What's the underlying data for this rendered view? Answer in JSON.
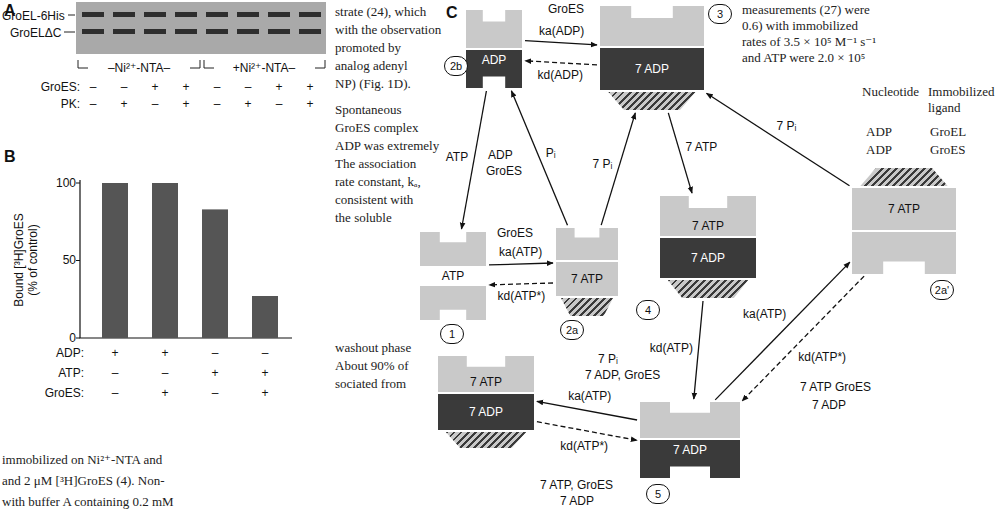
{
  "diagram": {
    "nodes": [
      {
        "text": [
          "ADP"
        ]
      },
      {
        "text": [
          "2b"
        ]
      },
      {
        "text": [
          "7 ADP"
        ]
      },
      {
        "text": [
          "3"
        ]
      },
      {
        "text": [
          "ATP"
        ]
      },
      {
        "text": [
          "1"
        ]
      },
      {
        "text": [
          "7 ATP"
        ]
      },
      {
        "text": [
          "2a"
        ]
      },
      {
        "text": [
          "7 ATP",
          "7 ADP"
        ]
      },
      {
        "text": [
          "4"
        ]
      },
      {
        "text": [
          "7 ATP",
          "7 ADP"
        ]
      },
      {
        "text": [
          "7 ADP"
        ]
      },
      {
        "text": [
          "5"
        ]
      },
      {
        "text": [
          "7 ATP"
        ]
      },
      {
        "text": [
          "2a'"
        ]
      }
    ],
    "edges": [
      {
        "from": 0,
        "to": 2,
        "arrow": "to",
        "label": "ka(ADP)"
      },
      {
        "from": 2,
        "to": 0,
        "arrow": "to",
        "label": "kd(ADP)"
      },
      {
        "from": 4,
        "to": 6,
        "arrow": "to",
        "label": "ka(ATP)"
      },
      {
        "from": 6,
        "to": 4,
        "arrow": "to",
        "label": "kd(ATP*)"
      },
      {
        "from": 6,
        "to": 0,
        "arrow": "to",
        "label": "Pᵢ"
      },
      {
        "from": 0,
        "to": 4,
        "arrow": "to",
        "label": "ATP"
      },
      {
        "from": 2,
        "to": 8,
        "arrow": "to",
        "label": "7 ATP"
      },
      {
        "from": 13,
        "to": 2,
        "arrow": "to",
        "label": "7 Pᵢ"
      },
      {
        "from": 8,
        "to": 11,
        "arrow": "to",
        "label": "kd(ATP)"
      },
      {
        "from": 11,
        "to": 10,
        "arrow": "to",
        "label": "ka(ATP)"
      },
      {
        "from": 10,
        "to": 11,
        "arrow": "to",
        "label": "kd(ATP*)"
      },
      {
        "from": 11,
        "to": 13,
        "arrow": "to",
        "label": "ka(ATP)"
      },
      {
        "from": 13,
        "to": 11,
        "arrow": "to",
        "label": "kd(ATP*)"
      },
      {
        "from": 6,
        "to": 2,
        "arrow": "to",
        "label": "7 Pᵢ"
      }
    ],
    "labels": [
      "A",
      "GroEL-6His",
      "GroELΔC",
      "–Ni²⁺-NTA–",
      "+Ni²⁺-NTA–",
      "GroES:",
      "–",
      "–",
      "+",
      "+",
      "–",
      "–",
      "+",
      "+",
      "PK:",
      "–",
      "+",
      "–",
      "+",
      "–",
      "+",
      "–",
      "+",
      "B",
      "Bound [³H]GroES (% of control)",
      "100",
      "50",
      "0",
      "ADP:",
      "+",
      "+",
      "–",
      "–",
      "ATP:",
      "–",
      "–",
      "+",
      "+",
      "GroES:",
      "–",
      "+",
      "–",
      "+",
      "immobilized on Ni²⁺-NTA and",
      "and 2 μM [³H]GroES (4). Non-",
      "with buffer A containing 0.2 mM",
      "strate (24), which",
      "with the observation",
      "promoted by",
      "analog adenyl",
      "NP) (Fig. 1D).",
      "Spontaneous",
      "GroES complex",
      "ADP was extremely",
      "The association",
      "rate constant, kₐ,",
      "consistent with",
      "the soluble",
      "washout phase",
      "About 90% of",
      "sociated from",
      "measurements (27) were",
      "0.6) with immobilized",
      "rates of 3.5 × 10⁵ M⁻¹ s⁻¹",
      "and ATP were 2.0 × 10⁵",
      "Nucleotide",
      "Immobilized ligand",
      "ADP",
      "GroEL",
      "ADP",
      "GroES",
      "C",
      "GroES",
      "ADP",
      "GroES",
      "GroES",
      "7 Pᵢ",
      "7 ADP, GroES",
      "7 ATP, GroES",
      "7 ADP",
      "7 ATP GroES",
      "7 ADP"
    ]
  }
}
